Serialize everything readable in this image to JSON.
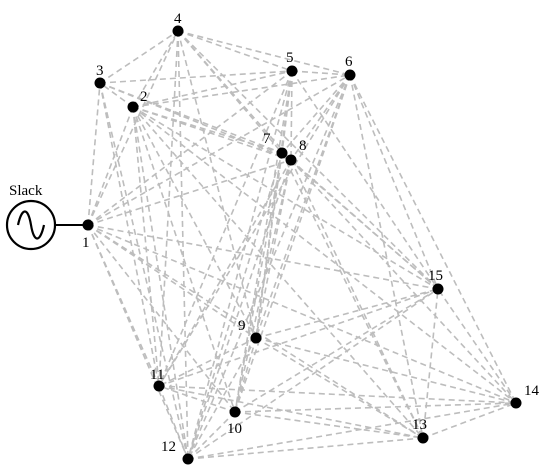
{
  "slack": {
    "label": "Slack",
    "connected_to": "1"
  },
  "nodes": [
    {
      "id": "1"
    },
    {
      "id": "2"
    },
    {
      "id": "3"
    },
    {
      "id": "4"
    },
    {
      "id": "5"
    },
    {
      "id": "6"
    },
    {
      "id": "7"
    },
    {
      "id": "8"
    },
    {
      "id": "9"
    },
    {
      "id": "10"
    },
    {
      "id": "11"
    },
    {
      "id": "12"
    },
    {
      "id": "13"
    },
    {
      "id": "14"
    },
    {
      "id": "15"
    }
  ],
  "edges": [
    [
      "1",
      "3"
    ],
    [
      "1",
      "2"
    ],
    [
      "1",
      "4"
    ],
    [
      "1",
      "5"
    ],
    [
      "1",
      "6"
    ],
    [
      "1",
      "8"
    ],
    [
      "1",
      "11"
    ],
    [
      "1",
      "12"
    ],
    [
      "1",
      "9"
    ],
    [
      "1",
      "10"
    ],
    [
      "1",
      "15"
    ],
    [
      "1",
      "13"
    ],
    [
      "1",
      "14"
    ],
    [
      "2",
      "3"
    ],
    [
      "2",
      "4"
    ],
    [
      "2",
      "5"
    ],
    [
      "2",
      "6"
    ],
    [
      "2",
      "7"
    ],
    [
      "2",
      "8"
    ],
    [
      "2",
      "11"
    ],
    [
      "2",
      "12"
    ],
    [
      "2",
      "9"
    ],
    [
      "2",
      "10"
    ],
    [
      "2",
      "15"
    ],
    [
      "2",
      "13"
    ],
    [
      "2",
      "14"
    ],
    [
      "3",
      "4"
    ],
    [
      "3",
      "5"
    ],
    [
      "3",
      "7"
    ],
    [
      "3",
      "8"
    ],
    [
      "3",
      "11"
    ],
    [
      "3",
      "12"
    ],
    [
      "4",
      "5"
    ],
    [
      "4",
      "6"
    ],
    [
      "4",
      "7"
    ],
    [
      "4",
      "8"
    ],
    [
      "4",
      "9"
    ],
    [
      "4",
      "11"
    ],
    [
      "4",
      "12"
    ],
    [
      "4",
      "15"
    ],
    [
      "5",
      "6"
    ],
    [
      "5",
      "7"
    ],
    [
      "5",
      "8"
    ],
    [
      "5",
      "9"
    ],
    [
      "5",
      "10"
    ],
    [
      "5",
      "11"
    ],
    [
      "5",
      "12"
    ],
    [
      "5",
      "15"
    ],
    [
      "6",
      "7"
    ],
    [
      "6",
      "8"
    ],
    [
      "6",
      "9"
    ],
    [
      "6",
      "10"
    ],
    [
      "6",
      "11"
    ],
    [
      "6",
      "12"
    ],
    [
      "6",
      "13"
    ],
    [
      "6",
      "14"
    ],
    [
      "6",
      "15"
    ],
    [
      "7",
      "8"
    ],
    [
      "7",
      "9"
    ],
    [
      "7",
      "10"
    ],
    [
      "7",
      "12"
    ],
    [
      "7",
      "13"
    ],
    [
      "7",
      "15"
    ],
    [
      "8",
      "9"
    ],
    [
      "8",
      "10"
    ],
    [
      "8",
      "11"
    ],
    [
      "8",
      "12"
    ],
    [
      "8",
      "13"
    ],
    [
      "8",
      "14"
    ],
    [
      "8",
      "15"
    ],
    [
      "9",
      "10"
    ],
    [
      "9",
      "11"
    ],
    [
      "9",
      "12"
    ],
    [
      "9",
      "13"
    ],
    [
      "9",
      "14"
    ],
    [
      "9",
      "15"
    ],
    [
      "10",
      "11"
    ],
    [
      "10",
      "12"
    ],
    [
      "10",
      "13"
    ],
    [
      "10",
      "14"
    ],
    [
      "10",
      "15"
    ],
    [
      "11",
      "12"
    ],
    [
      "11",
      "13"
    ],
    [
      "11",
      "14"
    ],
    [
      "11",
      "15"
    ],
    [
      "12",
      "13"
    ],
    [
      "12",
      "14"
    ],
    [
      "12",
      "15"
    ],
    [
      "13",
      "14"
    ],
    [
      "13",
      "15"
    ],
    [
      "14",
      "15"
    ]
  ]
}
